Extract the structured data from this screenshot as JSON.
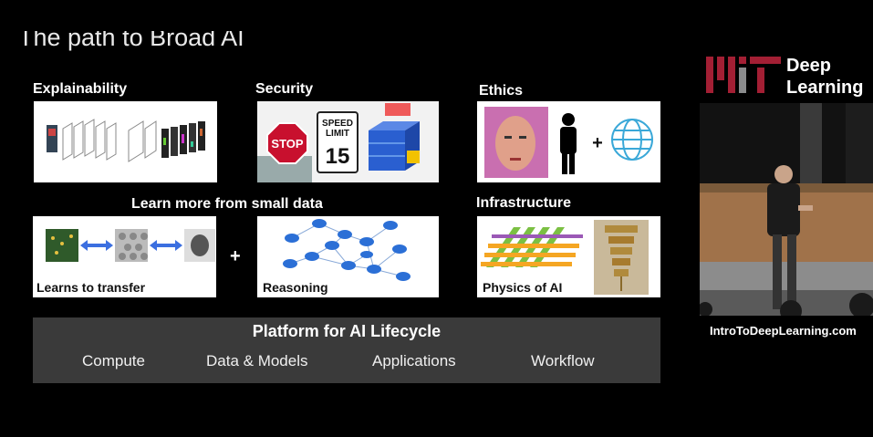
{
  "slide": {
    "title": "The path to Broad AI",
    "sections": {
      "explainability": "Explainability",
      "security": "Security",
      "ethics": "Ethics",
      "small_data": "Learn more from small data",
      "infrastructure": "Infrastructure"
    },
    "panels": {
      "learns_to_transfer": "Learns to transfer",
      "reasoning": "Reasoning",
      "physics_of_ai": "Physics of AI",
      "plus": "+",
      "stop_sign": "STOP",
      "speed_limit_line1": "SPEED",
      "speed_limit_line2": "LIMIT",
      "speed_limit_value": "15"
    },
    "platform": {
      "title": "Platform for AI Lifecycle",
      "items": [
        "Compute",
        "Data & Models",
        "Applications",
        "Workflow"
      ]
    }
  },
  "sidebar": {
    "logo_text_line1": "Deep",
    "logo_text_line2": "Learning",
    "url": "IntroToDeepLearning.com"
  },
  "colors": {
    "background": "#000000",
    "platform_bar": "#3a3a3a",
    "mit_red": "#a31f34",
    "arrow_blue": "#3b6fe0",
    "node_blue": "#2b6fd6"
  }
}
